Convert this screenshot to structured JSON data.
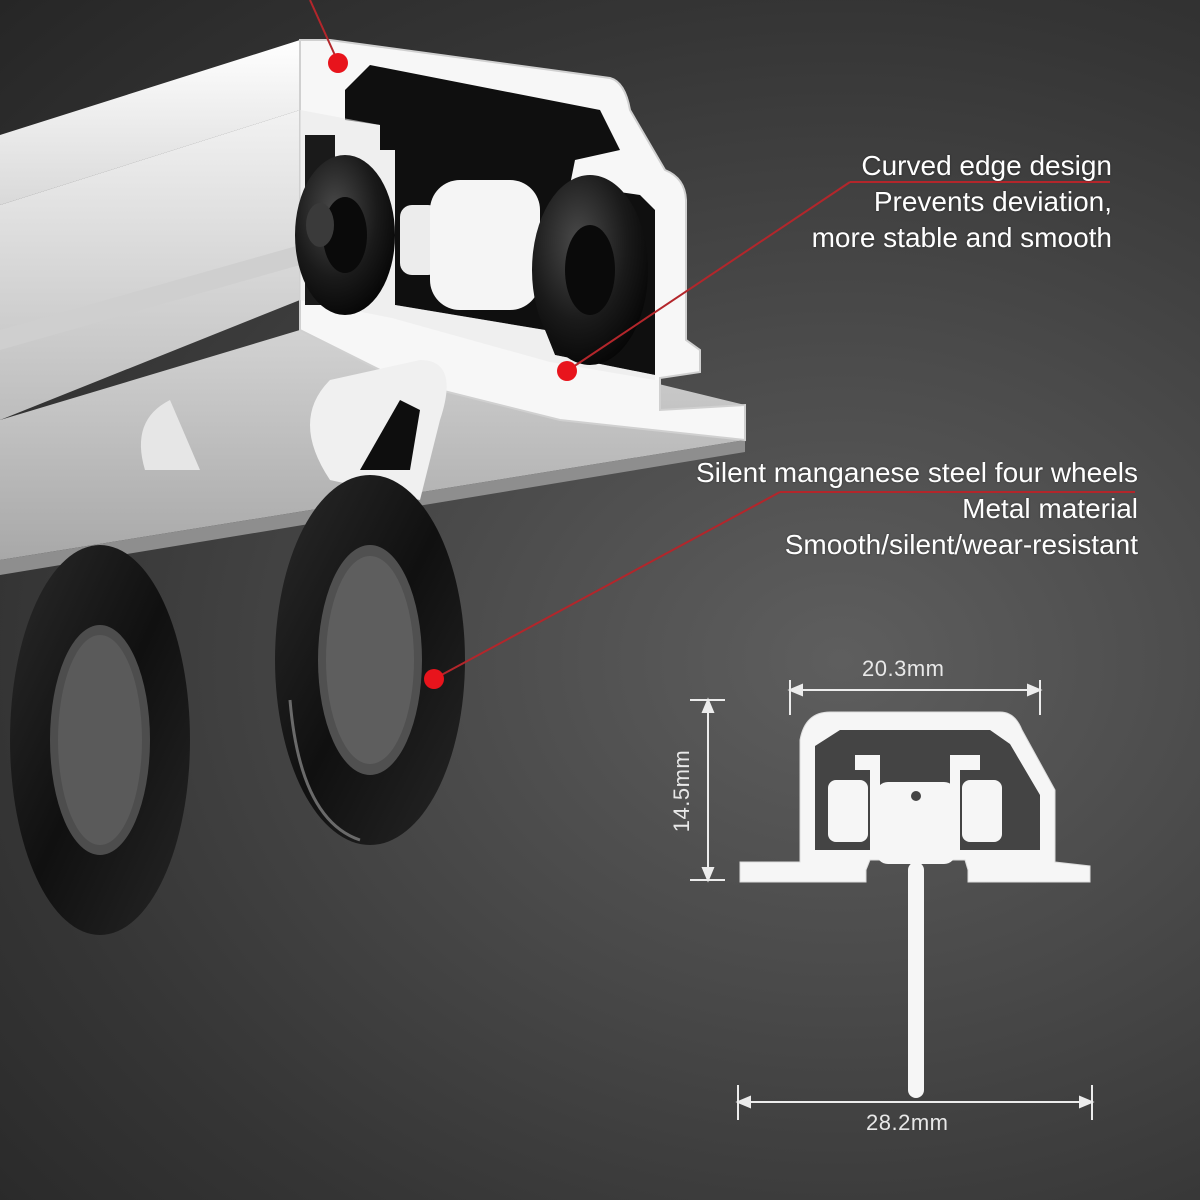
{
  "callouts": {
    "curved_edge": {
      "lines": [
        "Curved edge design",
        "Prevents deviation,",
        "more stable and smooth"
      ]
    },
    "wheels": {
      "lines": [
        "Silent manganese steel four wheels",
        "Metal material ",
        "Smooth/silent/wear-resistant"
      ]
    }
  },
  "dimensions": {
    "top_width": "20.3mm",
    "height": "14.5mm",
    "bottom_width": "28.2mm"
  },
  "colors": {
    "pointer_dot": "#e8141c",
    "pointer_line": "#b3262b",
    "track": "#f4f4f4",
    "wheel": "#141414"
  }
}
